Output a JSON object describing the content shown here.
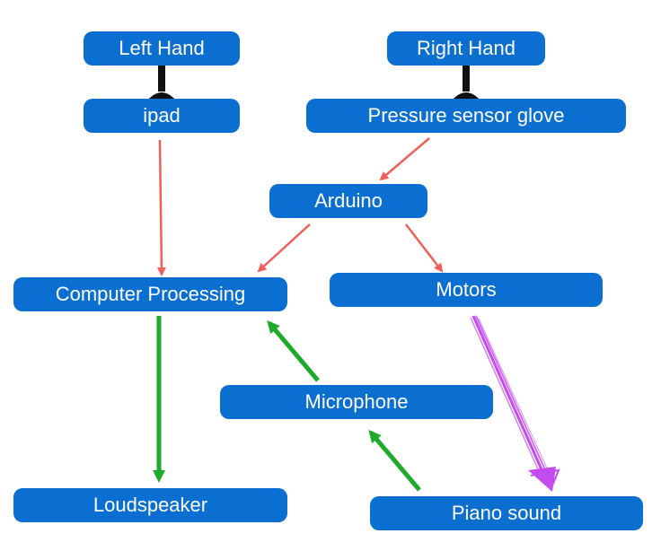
{
  "nodes": {
    "left_hand": "Left Hand",
    "right_hand": "Right Hand",
    "ipad": "ipad",
    "pressure_glove": "Pressure sensor glove",
    "arduino": "Arduino",
    "computer_processing": "Computer Processing",
    "motors": "Motors",
    "microphone": "Microphone",
    "loudspeaker": "Loudspeaker",
    "piano_sound": "Piano sound"
  },
  "colors": {
    "node_fill": "#0b6fd1",
    "node_text": "#ffffff",
    "connector": "#111111",
    "red_arrow": "#f0605a",
    "green_arrow": "#1faa2b",
    "purple_arrow": "#c44bf0"
  }
}
